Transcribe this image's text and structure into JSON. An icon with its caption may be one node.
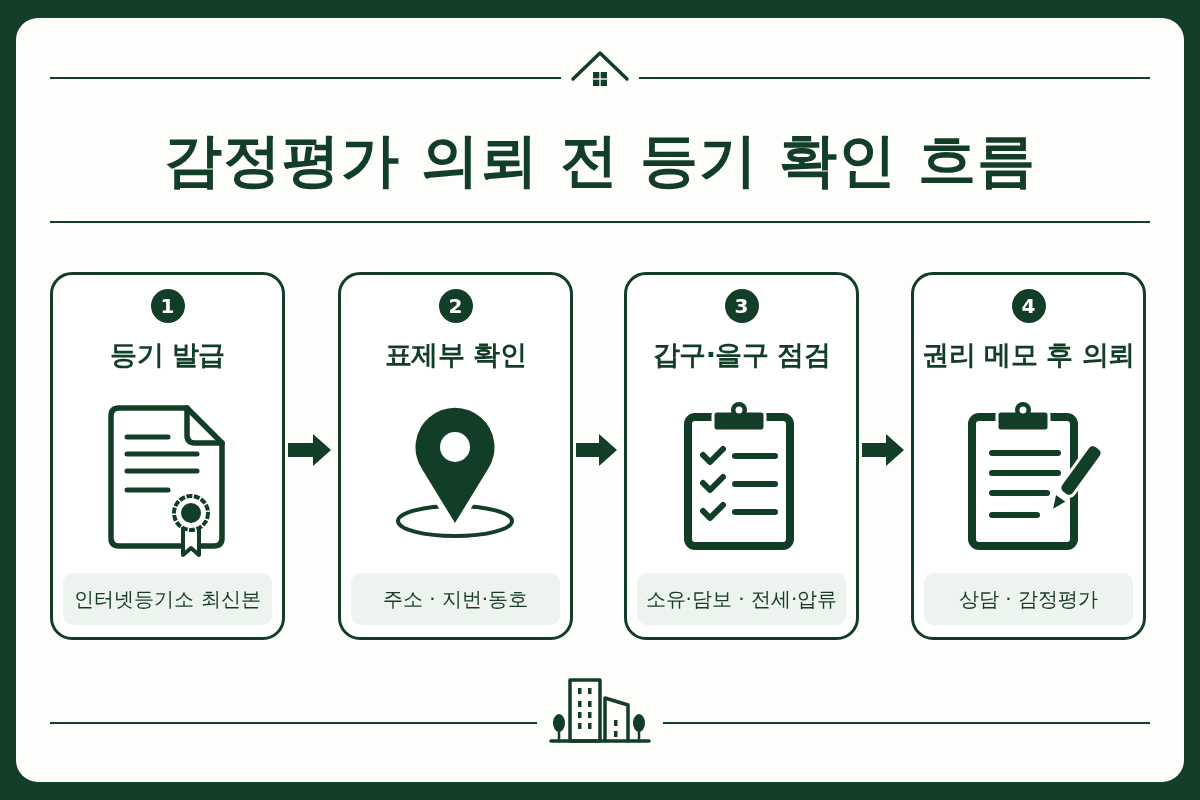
{
  "diagram": {
    "title": "감정평가 의뢰 전 등기 확인 흐름",
    "nodes": [
      {
        "text": [
          "등기 발급"
        ]
      },
      {
        "text": [
          "1"
        ],
        "in": 0
      },
      {
        "text": [
          "인터넷등기소 최신본"
        ],
        "in": 0
      },
      {
        "text": [
          "표제부 확인"
        ]
      },
      {
        "text": [
          "2"
        ],
        "in": 3
      },
      {
        "text": [
          "주소 · 지번·동호"
        ],
        "in": 3
      },
      {
        "text": [
          "갑구·을구 점검"
        ]
      },
      {
        "text": [
          "3"
        ],
        "in": 6
      },
      {
        "text": [
          "소유·담보 · 전세·압류"
        ],
        "in": 6
      },
      {
        "text": [
          "권리 메모 후 의뢰"
        ]
      },
      {
        "text": [
          "4"
        ],
        "in": 9
      },
      {
        "text": [
          "상담 · 감정평가"
        ],
        "in": 9
      }
    ],
    "edges": [
      {
        "from": 0,
        "to": 3,
        "arrow": "to"
      },
      {
        "from": 3,
        "to": 6,
        "arrow": "to"
      },
      {
        "from": 6,
        "to": 9,
        "arrow": "to"
      }
    ]
  }
}
